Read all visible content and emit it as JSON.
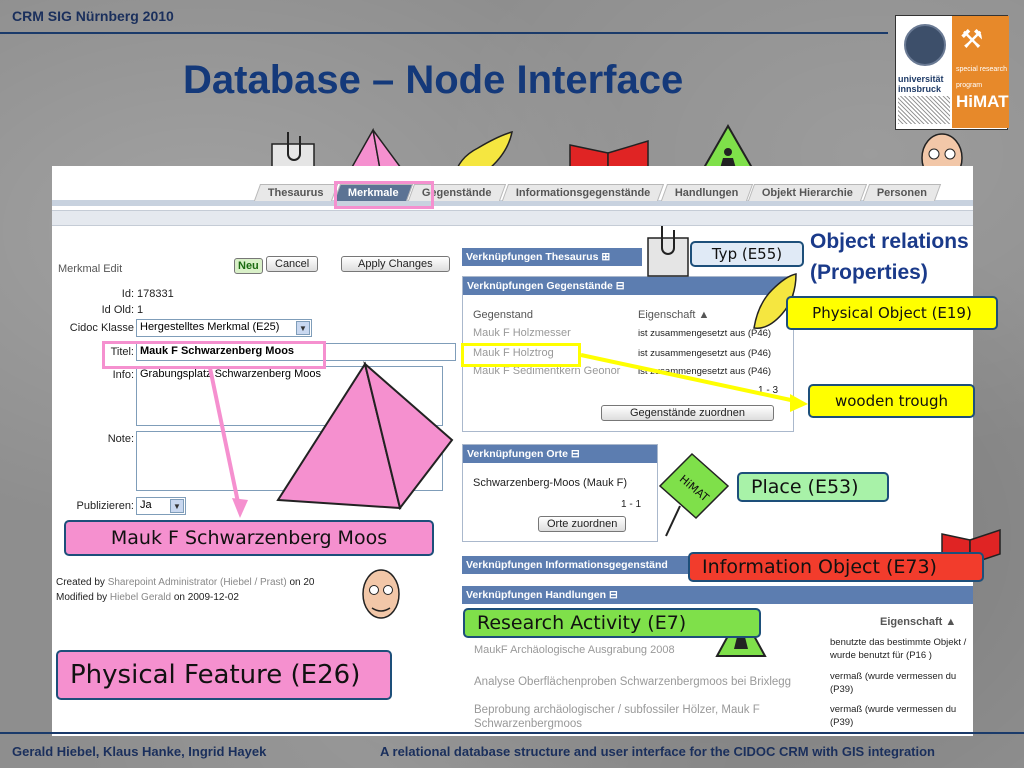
{
  "header": {
    "conference": "CRM SIG Nürnberg 2010",
    "title": "Database – Node Interface"
  },
  "logo": {
    "uni": "universität innsbruck",
    "special": "special research",
    "program": "program",
    "name": "HiMAT"
  },
  "tabs": [
    "Thesaurus",
    "Merkmale",
    "Gegenstände",
    "Informationsgegenstände",
    "Handlungen",
    "Objekt Hierarchie",
    "Personen"
  ],
  "active_tab": "Merkmale",
  "edit": {
    "heading": "Merkmal Edit",
    "buttons": {
      "new": "Neu",
      "cancel": "Cancel",
      "apply": "Apply Changes"
    },
    "id_label": "Id:",
    "id_value": "178331",
    "id_old_label": "Id Old:",
    "id_old_value": "1",
    "cidoc_label": "Cidoc Klasse",
    "cidoc_value": "Hergestelltes Merkmal (E25)",
    "titel_label": "Titel:",
    "titel_value": "Mauk F Schwarzenberg Moos",
    "info_label": "Info:",
    "info_value": "Grabungsplatz Schwarzenberg Moos",
    "note_label": "Note:",
    "publish_label": "Publizieren:",
    "publish_value": "Ja",
    "created_by_label": "Created by",
    "created_by": "Sharepoint Administrator (Hiebel / Prast)",
    "created_on": "on 20",
    "modified_by_label": "Modified by",
    "modified_by": "Hiebel Gerald",
    "modified_on": "on 2009-12-02"
  },
  "panels": {
    "thesaurus": "Verknüpfungen Thesaurus",
    "gegenstaende": {
      "title": "Verknüpfungen Gegenstände",
      "col1": "Gegenstand",
      "col2": "Eigenschaft",
      "rows": [
        {
          "item": "Mauk F Holzmesser",
          "prop": "ist zusammengesetzt aus (P46)"
        },
        {
          "item": "Mauk F Holztrog",
          "prop": "ist zusammengesetzt aus (P46)"
        },
        {
          "item": "Mauk F Sedimentkern Geonor",
          "prop": "ist zusammengesetzt aus (P46)"
        }
      ],
      "pager": "1 - 3",
      "button": "Gegenstände zuordnen"
    },
    "orte": {
      "title": "Verknüpfungen Orte",
      "row": "Schwarzenberg-Moos (Mauk F)",
      "pager": "1 - 1",
      "button": "Orte zuordnen"
    },
    "info": "Verknüpfungen Informationsgegenständ",
    "handlungen": {
      "title": "Verknüpfungen Handlungen",
      "col2": "Eigenschaft",
      "rows": [
        {
          "item": "MaukF Archäologische Ausgrabung 2008",
          "prop": "benutzte das bestimmte Objekt / wurde benutzt für (P16 )"
        },
        {
          "item": "Analyse Oberflächenproben Schwarzenbergmoos bei Brixlegg",
          "prop": "vermaß (wurde vermessen du (P39)"
        },
        {
          "item": "Beprobung archäologischer / subfossiler Hölzer, Mauk F Schwarzenbergmoos",
          "prop": "vermaß (wurde vermessen du (P39)"
        }
      ]
    }
  },
  "callouts": {
    "object_relations": "Object relations",
    "properties": "(Properties)",
    "typ": "Typ (E55)",
    "physical_object": "Physical Object (E19)",
    "wooden_trough": "wooden trough",
    "place": "Place (E53)",
    "mauk": "Mauk F Schwarzenberg Moos",
    "information_object": "Information Object (E73)",
    "research_activity": "Research Activity (E7)",
    "physical_feature": "Physical Feature (E26)",
    "himat_sign": "HiMAT"
  },
  "footer": {
    "authors": "Gerald Hiebel, Klaus Hanke, Ingrid Hayek",
    "subtitle": "A relational database structure and user interface for the CIDOC CRM with GIS integration"
  },
  "colors": {
    "navy": "#14397a",
    "pink": "#f590cf",
    "yellow": "#ffff00",
    "panel_header": "#5c7db0"
  }
}
